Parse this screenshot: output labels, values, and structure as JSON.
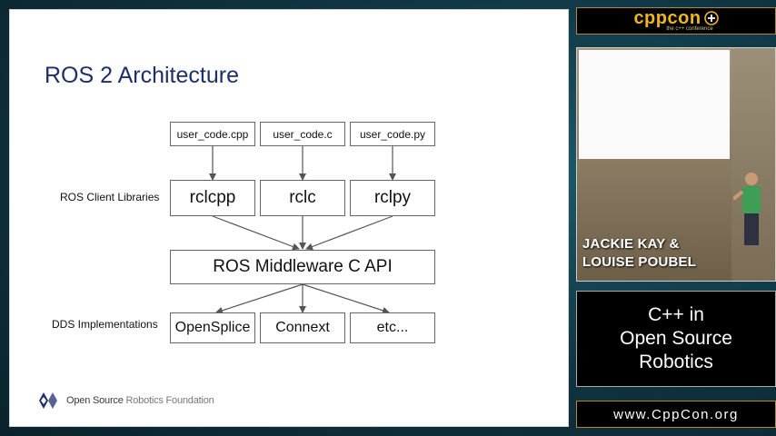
{
  "slide": {
    "title": "ROS 2 Architecture",
    "row_labels": {
      "client_libraries": "ROS Client Libraries",
      "dds": "DDS Implementations"
    },
    "user_code": [
      "user_code.cpp",
      "user_code.c",
      "user_code.py"
    ],
    "client_libs": [
      "rclcpp",
      "rclc",
      "rclpy"
    ],
    "middleware": "ROS Middleware C API",
    "dds_impls": [
      "OpenSplice",
      "Connext",
      "etc..."
    ],
    "footer": {
      "org_bold": "Open Source",
      "org_thin": "Robotics Foundation"
    }
  },
  "sidebar": {
    "banner_title": "cppcon",
    "banner_subtitle": "the c++ conference",
    "speakers": [
      "JACKIE KAY &",
      "LOUISE POUBEL"
    ],
    "talk_title": [
      "C++ in",
      "Open Source",
      "Robotics"
    ],
    "site": "www.CppCon.org"
  },
  "colors": {
    "title": "#1d2f6b",
    "banner_gold": "#f2b51c",
    "background": "#0f2f3a"
  }
}
